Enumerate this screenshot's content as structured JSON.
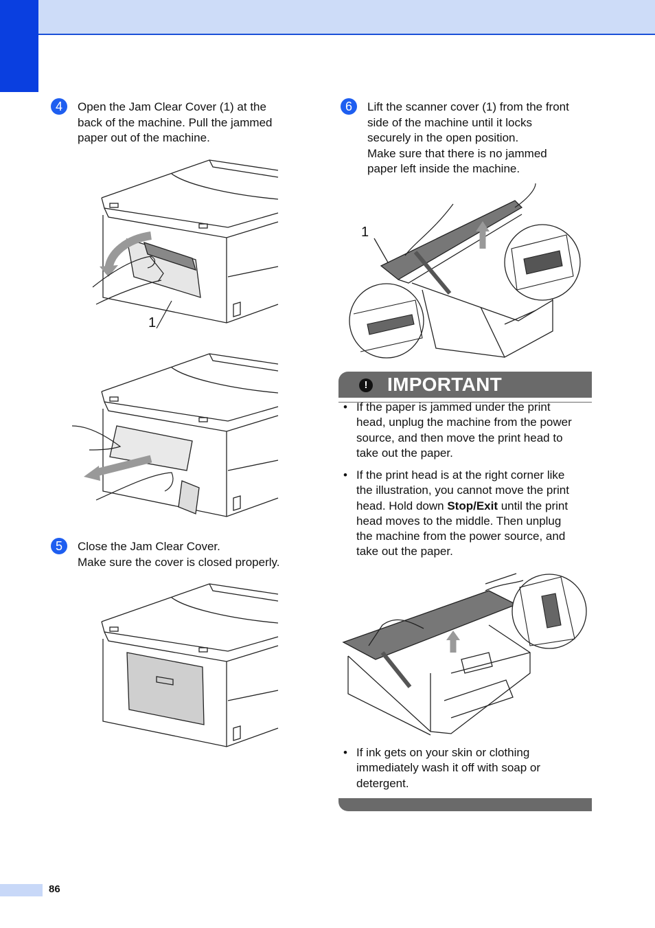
{
  "page_number": "86",
  "steps": {
    "s4": {
      "badge": "4",
      "lines": [
        "Open the Jam Clear Cover (1) at the",
        "back of the machine. Pull the jammed",
        "paper out of the machine."
      ]
    },
    "s5": {
      "badge": "5",
      "lines": [
        "Close the Jam Clear Cover.",
        "Make sure the cover is closed properly."
      ]
    },
    "s6": {
      "badge": "6",
      "lines": [
        "Lift the scanner cover (1) from the front",
        "side of the machine until it locks",
        "securely in the open position.",
        "Make sure that there is no jammed",
        "paper left inside the machine."
      ]
    }
  },
  "figures": {
    "fig1_callout": "1",
    "fig4_callout": "1"
  },
  "important": {
    "icon": "!",
    "title": "IMPORTANT",
    "b1": [
      "If the paper is jammed under the print",
      "head, unplug the machine from the power",
      "source, and then move the print head to",
      "take out the paper."
    ],
    "b2": {
      "l1": "If the print head is at the right corner like",
      "l2": "the illustration, you cannot move the print",
      "l3a": "head. Hold down ",
      "l3b": "Stop/Exit",
      "l3c": " until the print",
      "l4": "head moves to the middle. Then unplug",
      "l5": "the machine from the power source, and",
      "l6": "take out the paper."
    },
    "b3": [
      "If ink gets on your skin or clothing",
      "immediately wash it off with soap or",
      "detergent."
    ],
    "bullet_char": "•"
  },
  "colors": {
    "accent": "#0a3fe0",
    "band": "#cddcf8",
    "badge": "#1e5ef0",
    "important_bar": "#6a6a6a"
  }
}
